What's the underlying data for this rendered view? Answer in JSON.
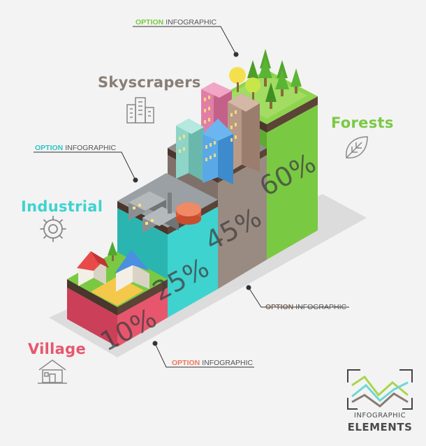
{
  "categories": [
    {
      "key": "village",
      "label": "Village",
      "value": "10%",
      "color": "#e8566e"
    },
    {
      "key": "industrial",
      "label": "Industrial",
      "value": "25%",
      "color": "#3ed3cf"
    },
    {
      "key": "skyscrapers",
      "label": "Skyscrapers",
      "value": "45%",
      "color": "#9a8b82"
    },
    {
      "key": "forests",
      "label": "Forests",
      "value": "60%",
      "color": "#7ac943"
    }
  ],
  "options": {
    "village": {
      "word": "OPTION",
      "rest": "INFOGRAPHIC",
      "color": "#f07a5e"
    },
    "industrial": {
      "word": "OPTION",
      "rest": "INFOGRAPHIC",
      "color": "#2fc4c4"
    },
    "skyscrapers": {
      "word": "OPTION",
      "rest": "INFOGRAPHIC",
      "color": "#7a6a62"
    },
    "forests": {
      "word": "OPTION",
      "rest": "INFOGRAPHIC",
      "color": "#7ac943"
    }
  },
  "logo": {
    "line1": "INFOGRAPHIC",
    "line2": "ELEMENTS"
  },
  "icons": {
    "village": "house-icon",
    "industrial": "gear-icon",
    "skyscrapers": "buildings-icon",
    "forests": "leaf-icon"
  }
}
